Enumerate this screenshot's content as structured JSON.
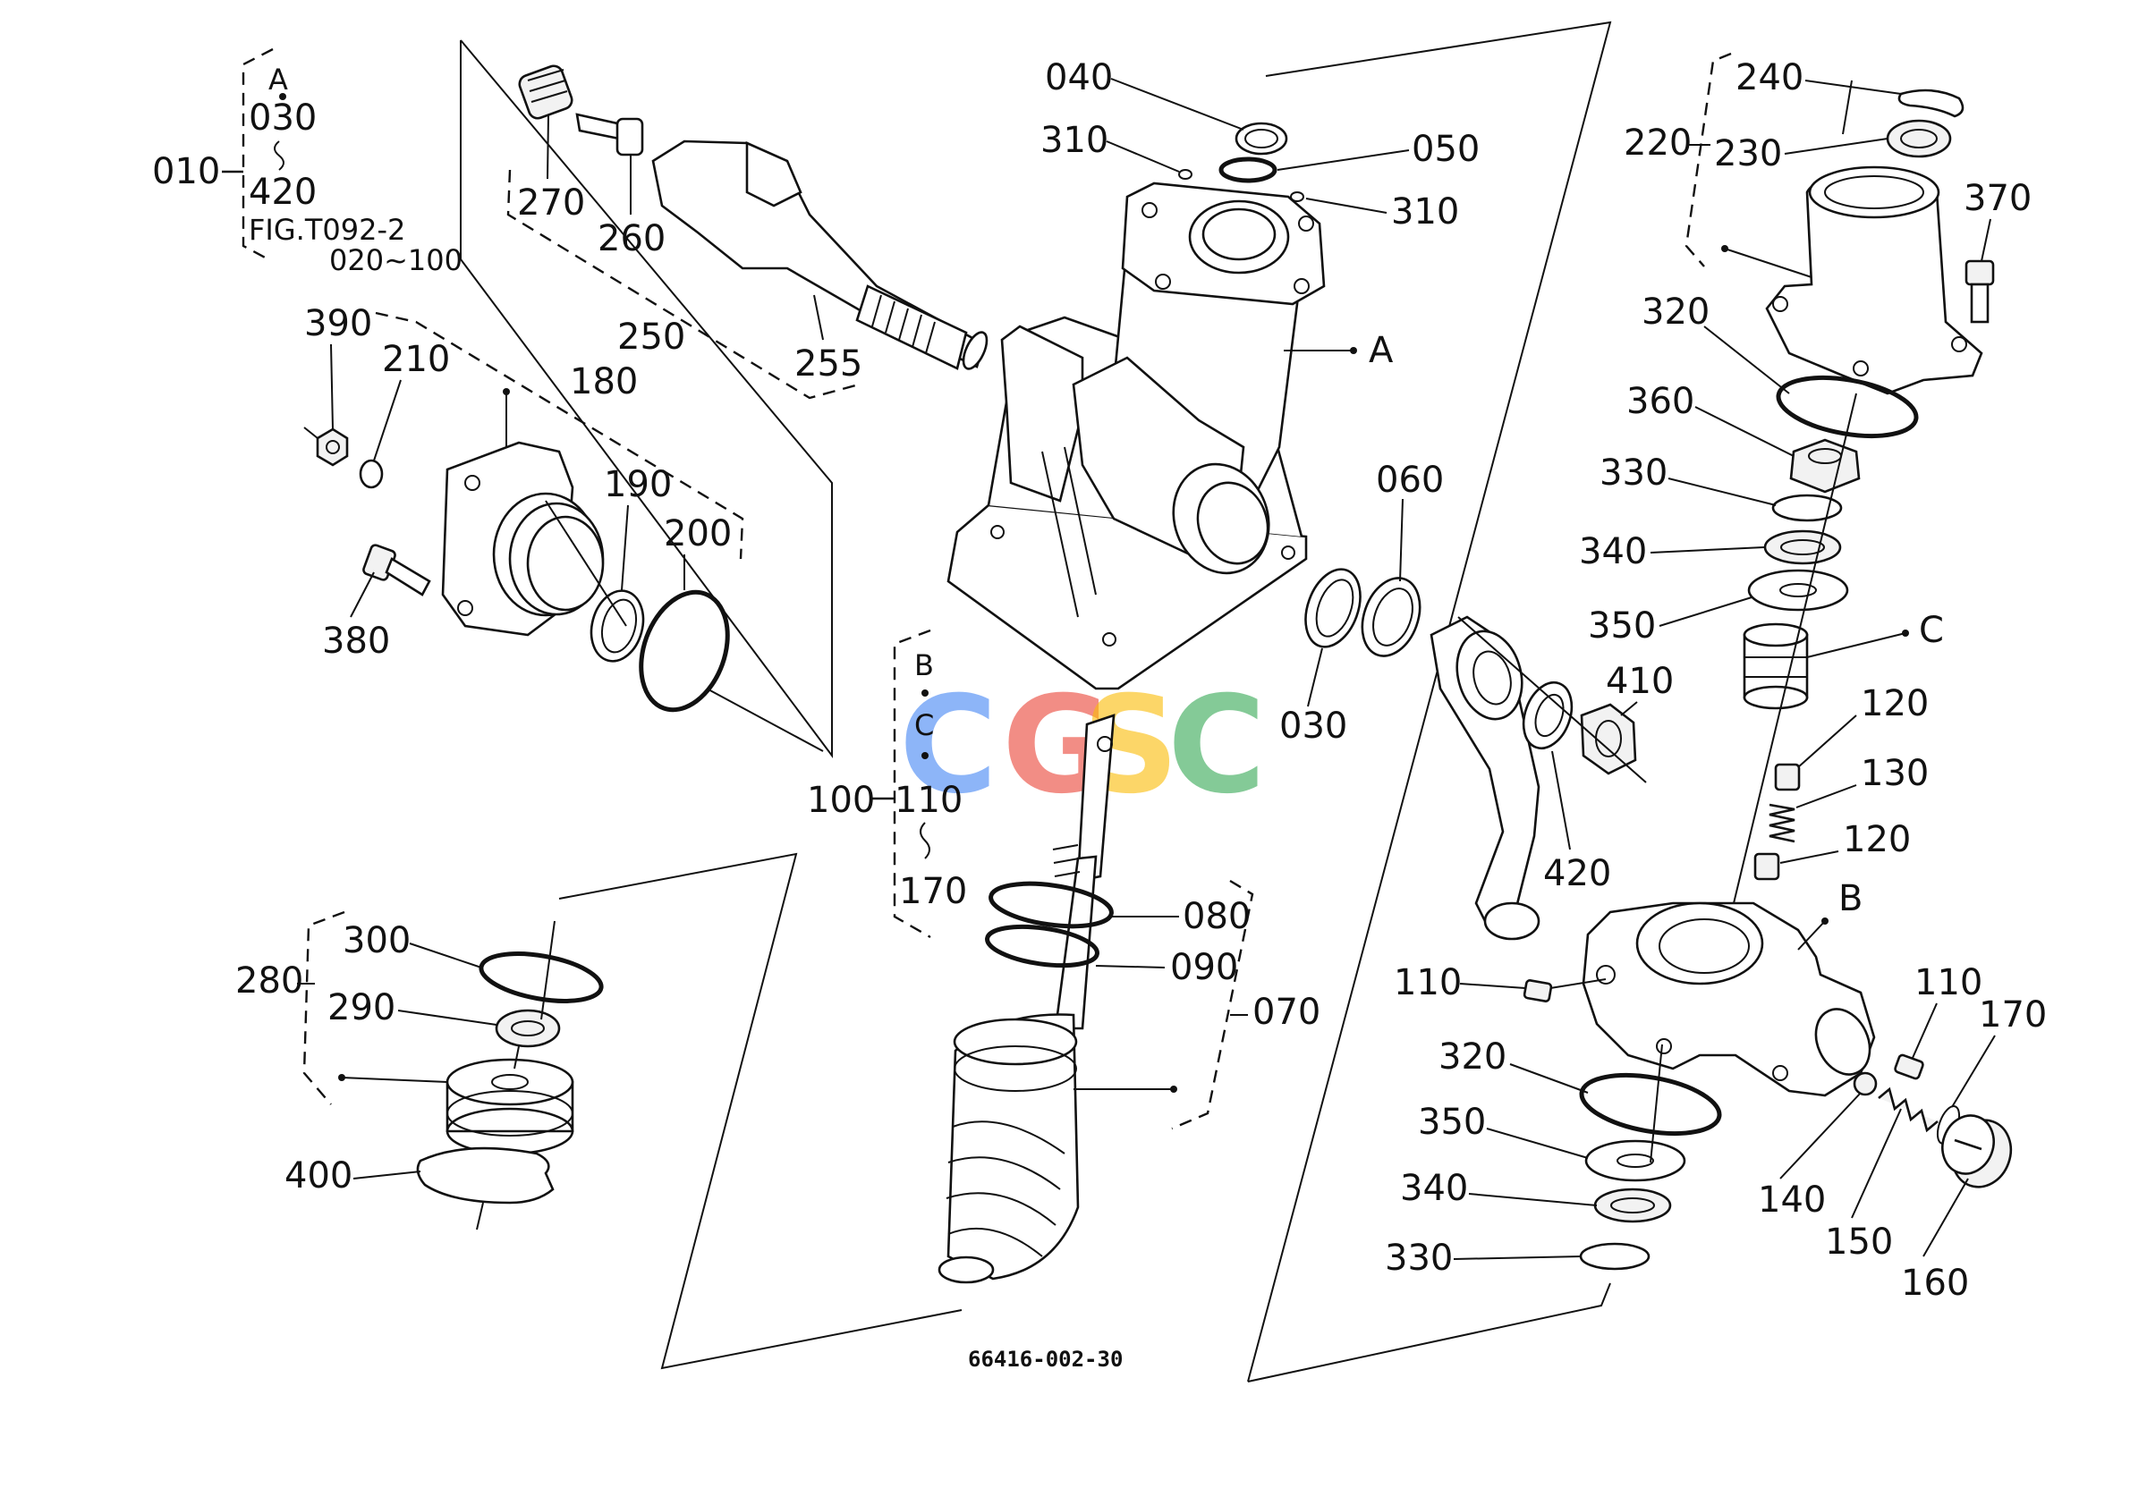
{
  "diagram": {
    "drawing_code": "66416-002-30",
    "watermark": [
      {
        "ch": "C",
        "color": "#4285f4"
      },
      {
        "ch": "G",
        "color": "#ea4335"
      },
      {
        "ch": "S",
        "color": "#fbbc05"
      },
      {
        "ch": "C",
        "color": "#34a853"
      }
    ],
    "group_010": {
      "number": "010",
      "from": "030",
      "to": "420",
      "ref": "FIG.T092-2",
      "ref_range": "020~100",
      "marker": "A"
    },
    "group_100": {
      "number": "100",
      "from": "110",
      "to": "170",
      "markers": [
        "B",
        "C"
      ]
    },
    "part_labels": {
      "p040": "040",
      "p310a": "310",
      "p050": "050",
      "p310b": "310",
      "a_marker": "A",
      "p270": "270",
      "p260": "260",
      "p250": "250",
      "p255": "255",
      "p390": "390",
      "p210": "210",
      "p180": "180",
      "p190": "190",
      "p200": "200",
      "p380": "380",
      "p060": "060",
      "p030": "030",
      "p410": "410",
      "p420": "420",
      "p240": "240",
      "p220": "220",
      "p230": "230",
      "p370": "370",
      "p320a": "320",
      "p360": "360",
      "p330a": "330",
      "p340a": "340",
      "p350a": "350",
      "c_marker": "C",
      "p120a": "120",
      "p130": "130",
      "p120b": "120",
      "b_marker": "B",
      "p110a": "110",
      "p110b": "110",
      "p170": "170",
      "p320b": "320",
      "p350b": "350",
      "p340b": "340",
      "p330b": "330",
      "p140": "140",
      "p150": "150",
      "p160": "160",
      "p080": "080",
      "p090": "090",
      "p070": "070",
      "p300": "300",
      "p280": "280",
      "p290": "290",
      "p400": "400"
    }
  }
}
